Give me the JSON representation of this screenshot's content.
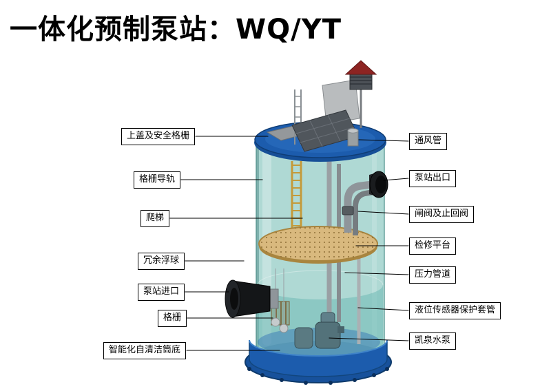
{
  "title": "一体化预制泵站：WQ/YT",
  "labels": {
    "left": [
      "上盖及安全格栅",
      "格栅导轨",
      "爬梯",
      "冗余浮球",
      "泵站进口",
      "格栅",
      "智能化自清洁筒底"
    ],
    "right": [
      "通风管",
      "泵站出口",
      "闸阀及止回阀",
      "检修平台",
      "压力管道",
      "液位传感器保护套管",
      "凯泉水泵"
    ]
  },
  "colors": {
    "title_text": "#000000",
    "line": "#000000",
    "lid": "#1c5cad",
    "base": "#1c5cad",
    "tank_body": "#9ed1cb",
    "water": "#6fb9b4",
    "platform": "#d9b97e",
    "ladder": "#c49a3a",
    "pipe_gray": "#9aa0a4",
    "black_fitting": "#17181a",
    "roof_red": "#8d2422",
    "background": "#ffffff"
  }
}
